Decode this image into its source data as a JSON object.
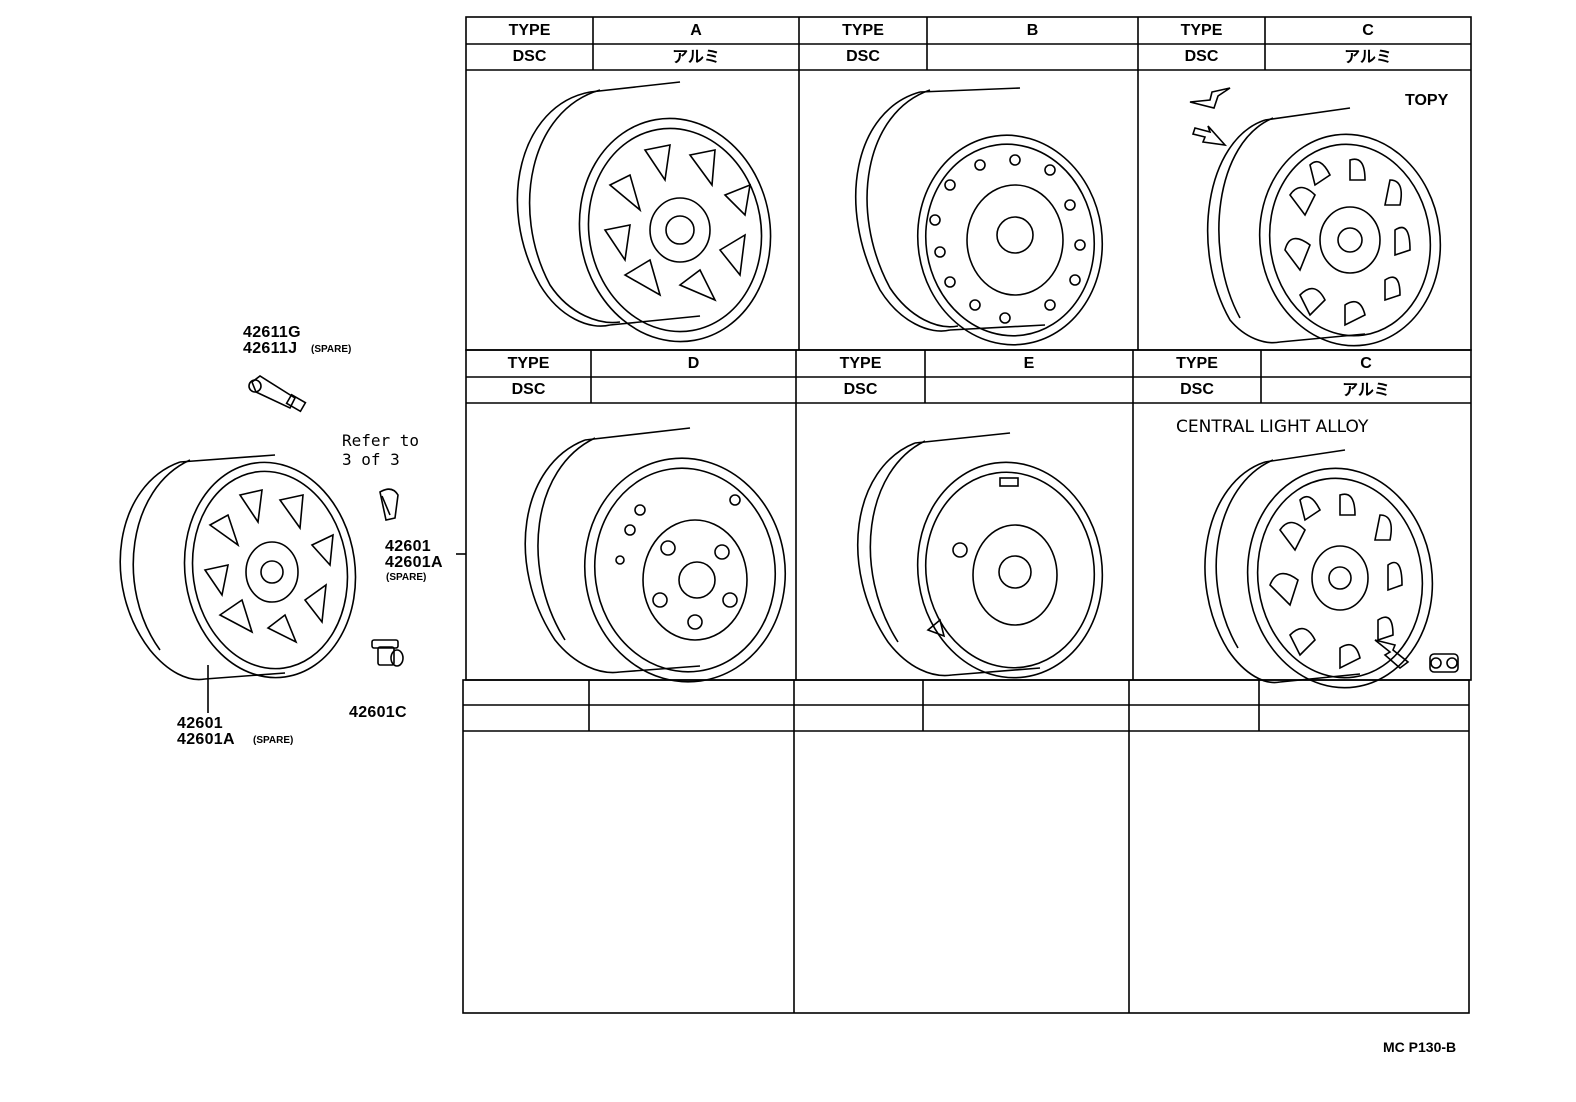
{
  "left_parts": {
    "valve_top": "42611G",
    "valve_bottom": "42611J",
    "valve_spare": "(SPARE)",
    "refer_line1": "Refer to",
    "refer_line2": "3 of 3",
    "weight_top": "42601",
    "weight_bottom": "42601A",
    "weight_spare": "(SPARE)",
    "nut": "42601C",
    "wheel_top": "42601",
    "wheel_bottom": "42601A",
    "wheel_spare": "(SPARE)"
  },
  "table": {
    "type_label": "TYPE",
    "dsc_label": "DSC",
    "cells": [
      {
        "type": "A",
        "dsc": "アルミ",
        "note": ""
      },
      {
        "type": "B",
        "dsc": "",
        "note": ""
      },
      {
        "type": "C",
        "dsc": "アルミ",
        "note": "TOPY"
      },
      {
        "type": "D",
        "dsc": "",
        "note": ""
      },
      {
        "type": "E",
        "dsc": "",
        "note": ""
      },
      {
        "type": "C",
        "dsc": "アルミ",
        "note": "CENTRAL LIGHT ALLOY"
      }
    ]
  },
  "footer_code": "MC  P130-B"
}
